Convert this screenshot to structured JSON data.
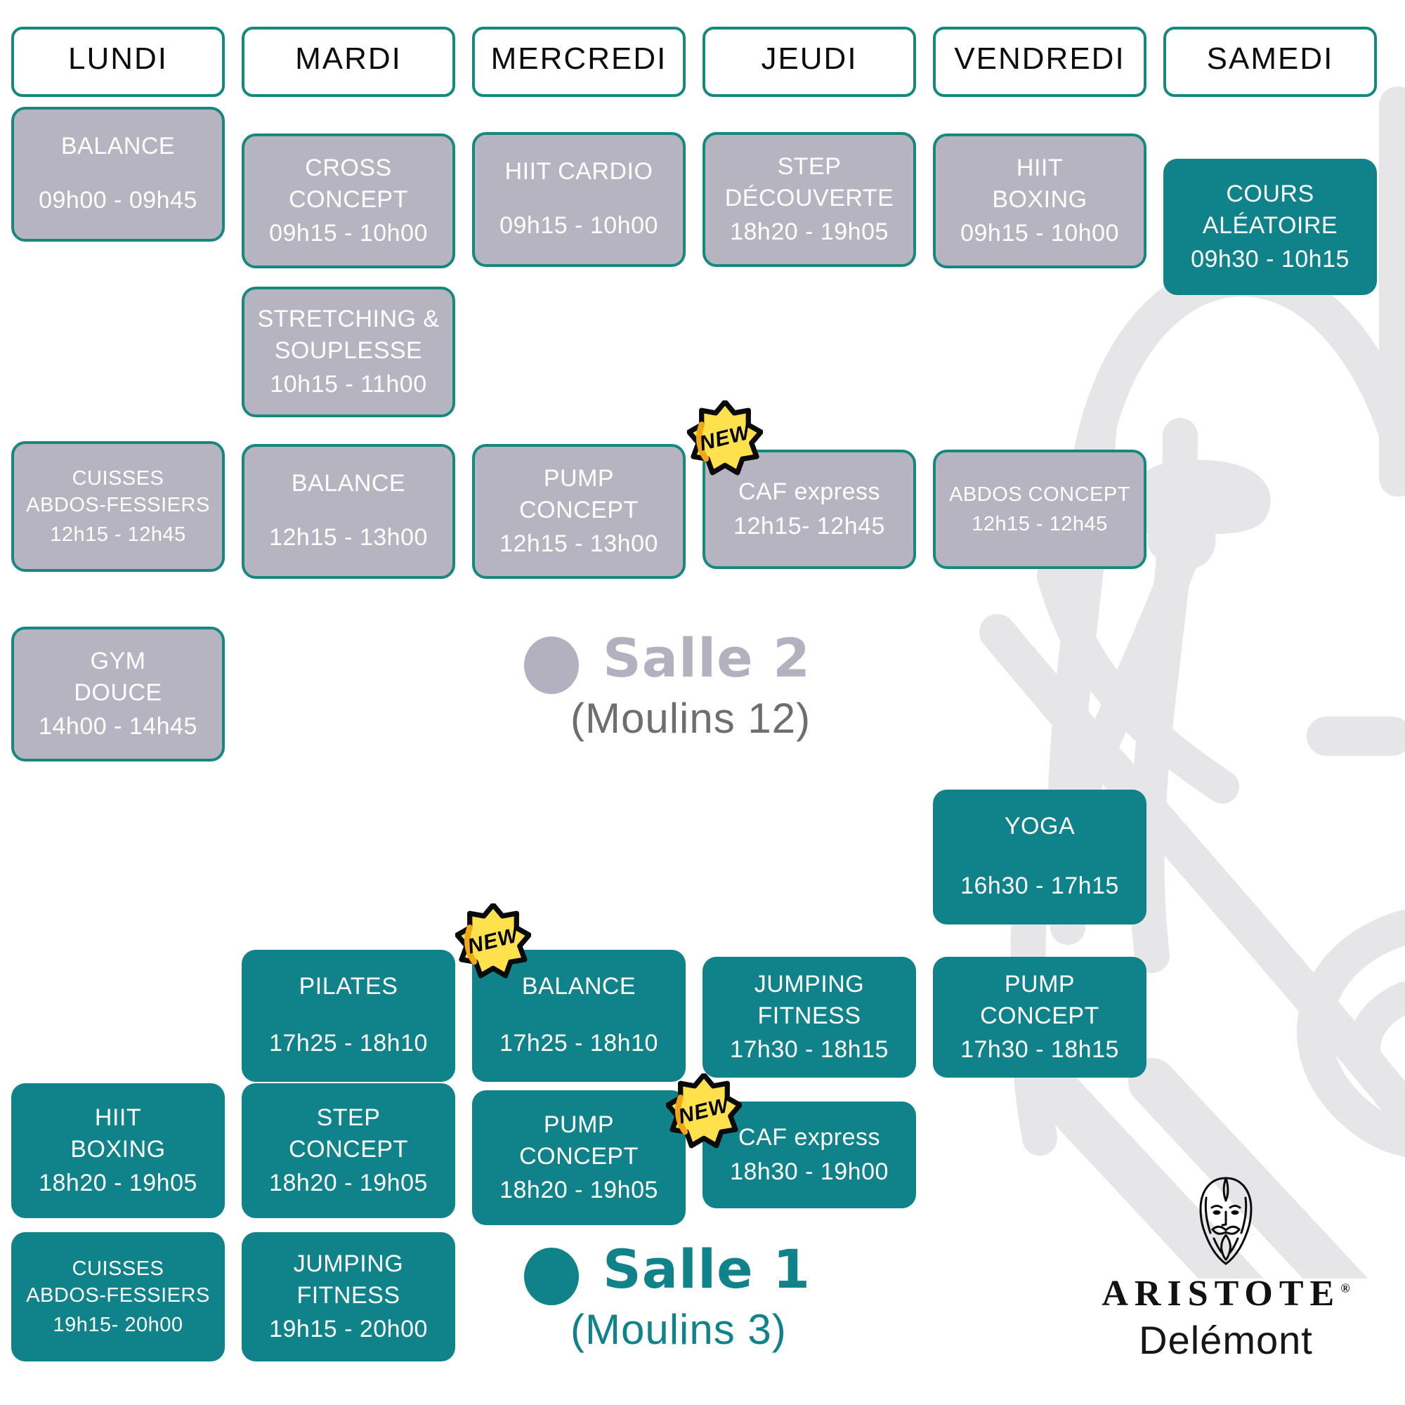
{
  "colors": {
    "teal": "#0f828a",
    "teal_border": "#17887d",
    "gray_card": "#b7b4c2",
    "salle2_gray": "#b3b0bf",
    "moulins_gray": "#6e6e71",
    "badge_yellow": "#ffe14d",
    "watermark_gray": "#e6e5e8"
  },
  "days": [
    "LUNDI",
    "MARDI",
    "MERCREDI",
    "JEUDI",
    "VENDREDI",
    "SAMEDI"
  ],
  "badge_label": "NEW",
  "rooms": {
    "salle2": {
      "name": "Salle 2",
      "location": "(Moulins 12)"
    },
    "salle1": {
      "name": "Salle 1",
      "location": "(Moulins 3)"
    }
  },
  "brand": {
    "name": "ARISTOTE",
    "registered": "®",
    "city": "Delémont"
  },
  "cards": [
    {
      "title": "BALANCE",
      "time": "09h00 - 09h45",
      "day": "LUNDI",
      "room": "Salle 2",
      "new": false
    },
    {
      "title": "CROSS\nCONCEPT",
      "time": "09h15 - 10h00",
      "day": "MARDI",
      "room": "Salle 2",
      "new": false
    },
    {
      "title": "HIIT CARDIO",
      "time": "09h15 - 10h00",
      "day": "MERCREDI",
      "room": "Salle 2",
      "new": false
    },
    {
      "title": "STEP\nDÉCOUVERTE",
      "time": "18h20 - 19h05",
      "day": "JEUDI",
      "room": "Salle 2",
      "new": false
    },
    {
      "title": "HIIT\nBOXING",
      "time": "09h15 - 10h00",
      "day": "VENDREDI",
      "room": "Salle 2",
      "new": false
    },
    {
      "title": "COURS\nALÉATOIRE",
      "time": "09h30 - 10h15",
      "day": "SAMEDI",
      "room": "Salle 1",
      "new": false
    },
    {
      "title": "STRETCHING &\nSOUPLESSE",
      "time": "10h15 - 11h00",
      "day": "MARDI",
      "room": "Salle 2",
      "new": false
    },
    {
      "title": "CUISSES\nABDOS-FESSIERS",
      "time": "12h15 - 12h45",
      "day": "LUNDI",
      "room": "Salle 2",
      "new": false
    },
    {
      "title": "BALANCE",
      "time": "12h15 - 13h00",
      "day": "MARDI",
      "room": "Salle 2",
      "new": false
    },
    {
      "title": "PUMP\nCONCEPT",
      "time": "12h15 - 13h00",
      "day": "MERCREDI",
      "room": "Salle 2",
      "new": false
    },
    {
      "title": "CAF express",
      "time": "12h15- 12h45",
      "day": "JEUDI",
      "room": "Salle 2",
      "new": true
    },
    {
      "title": "ABDOS CONCEPT",
      "time": "12h15 - 12h45",
      "day": "VENDREDI",
      "room": "Salle 2",
      "new": false
    },
    {
      "title": "GYM\nDOUCE",
      "time": "14h00 - 14h45",
      "day": "LUNDI",
      "room": "Salle 2",
      "new": false
    },
    {
      "title": "YOGA",
      "time": "16h30 - 17h15",
      "day": "VENDREDI",
      "room": "Salle 1",
      "new": false
    },
    {
      "title": "PILATES",
      "time": "17h25 - 18h10",
      "day": "MARDI",
      "room": "Salle 1",
      "new": false
    },
    {
      "title": "BALANCE",
      "time": "17h25 - 18h10",
      "day": "MERCREDI",
      "room": "Salle 1",
      "new": true
    },
    {
      "title": "JUMPING\nFITNESS",
      "time": "17h30 - 18h15",
      "day": "JEUDI",
      "room": "Salle 1",
      "new": false
    },
    {
      "title": "PUMP\nCONCEPT",
      "time": "17h30 - 18h15",
      "day": "VENDREDI",
      "room": "Salle 1",
      "new": false
    },
    {
      "title": "HIIT\nBOXING",
      "time": "18h20 - 19h05",
      "day": "LUNDI",
      "room": "Salle 1",
      "new": false
    },
    {
      "title": "STEP\nCONCEPT",
      "time": "18h20 - 19h05",
      "day": "MARDI",
      "room": "Salle 1",
      "new": false
    },
    {
      "title": "PUMP\nCONCEPT",
      "time": "18h20 - 19h05",
      "day": "MERCREDI",
      "room": "Salle 1",
      "new": false
    },
    {
      "title": "CAF express",
      "time": "18h30 - 19h00",
      "day": "JEUDI",
      "room": "Salle 1",
      "new": true
    },
    {
      "title": "CUISSES\nABDOS-FESSIERS",
      "time": "19h15- 20h00",
      "day": "LUNDI",
      "room": "Salle 1",
      "new": false
    },
    {
      "title": "JUMPING\nFITNESS",
      "time": "19h15 - 20h00",
      "day": "MARDI",
      "room": "Salle 1",
      "new": false
    }
  ]
}
